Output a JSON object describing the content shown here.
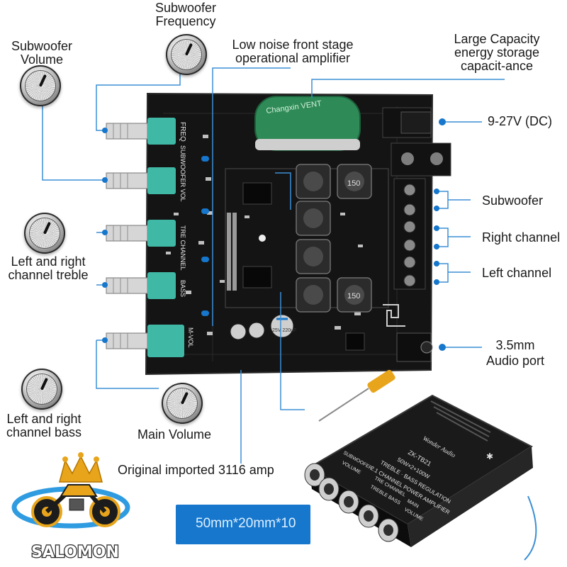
{
  "labels": {
    "sub_freq_line1": "Subwoofer",
    "sub_freq_line2": "Frequency",
    "sub_vol_line1": "Subwoofer",
    "sub_vol_line2": "Volume",
    "lowNoise_line1": "Low noise front stage",
    "lowNoise_line2": "operational amplifier",
    "cap_line1": "Large Capacity",
    "cap_line2": "energy storage",
    "cap_line3": "capacit-ance",
    "power": "9-27V (DC)",
    "subwoofer_out": "Subwoofer",
    "right_ch": "Right channel",
    "left_ch": "Left channel",
    "audio_line1": "3.5mm",
    "audio_line2": "Audio port",
    "treble_line1": "Left and right",
    "treble_line2": "channel treble",
    "bass_line1": "Left and right",
    "bass_line2": "channel bass",
    "main_vol": "Main Volume",
    "chip": "Original imported 3116 amp",
    "size": "50mm*20mm*10"
  },
  "board": {
    "pot_labels": [
      "FREQ",
      "SUBWOOFER VOL",
      "TRE CHANNEL",
      "BASS",
      "M-VOL"
    ],
    "capacitor_text": "Changxin VENT",
    "inductor_marks": [
      "150",
      "150"
    ],
    "small_cap_text": "25V 220µF"
  },
  "product": {
    "model": "ZK-TB21",
    "line1": "50W×2+100W",
    "line2": "TREBLE · BASS REGULATION",
    "line3": "2.1 CHANNEL POWER AMPLIFIER",
    "left_tag": "SUBWOOFER",
    "left_sub": "VOLUME",
    "mid_tag": "TRE CHANNEL",
    "mid_sub": "TREBLE  BASS",
    "right_tag": "MAIN",
    "right_sub": "VOLUME",
    "brand_script": "Wonder Audio"
  },
  "logo": {
    "text": "SALOMON"
  },
  "colors": {
    "accent": "#1677cc",
    "board": "#161616",
    "pot": "#3fb8a6",
    "cap": "#2e8a56",
    "gold": "#e8a51b"
  }
}
